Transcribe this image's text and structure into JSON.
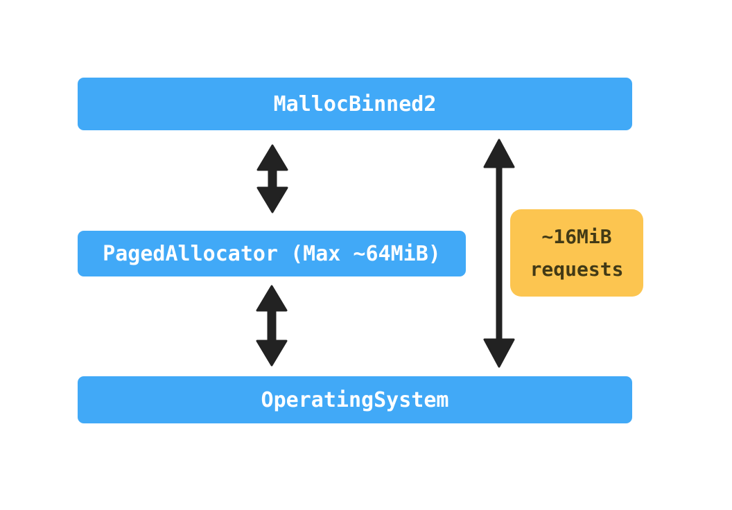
{
  "diagram": {
    "background": "#FFFFFF",
    "colors": {
      "node_fill": "#41A9F7",
      "node_text": "#FFFFFF",
      "annotation_fill": "#FCC550",
      "annotation_text": "#423A16",
      "arrow": "#222222"
    },
    "nodes": {
      "malloc": {
        "label": "MallocBinned2"
      },
      "paged": {
        "label": "PagedAllocator (Max ~64MiB)"
      },
      "os": {
        "label": "OperatingSystem"
      }
    },
    "annotation": {
      "line1": "~16MiB",
      "line2": "requests"
    },
    "arrows": {
      "malloc_paged": "double-headed vertical arrow between MallocBinned2 and PagedAllocator",
      "paged_os": "double-headed vertical arrow between PagedAllocator and OperatingSystem",
      "malloc_os": "double-headed vertical arrow between MallocBinned2 and OperatingSystem"
    }
  }
}
